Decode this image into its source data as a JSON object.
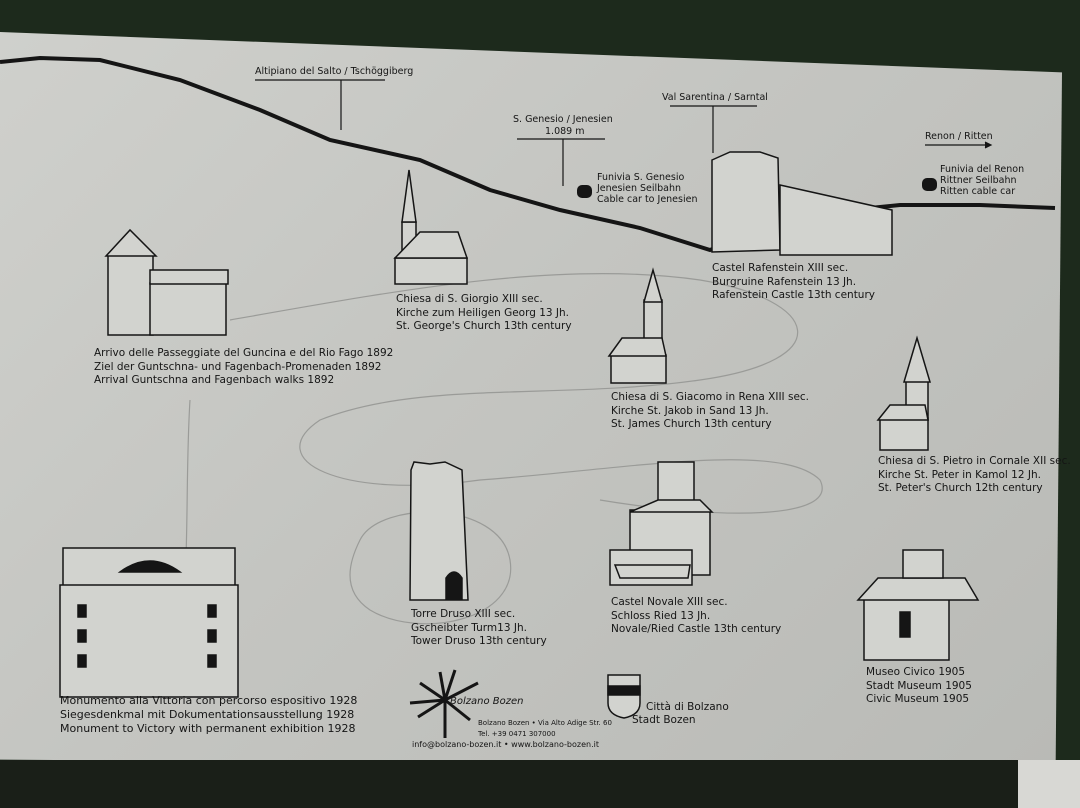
{
  "top_labels": {
    "altipiano": "Altipiano del Salto / Tschöggiberg",
    "genesio": "S. Genesio / Jenesien",
    "genesio_alt": "1.089 m",
    "sarentina": "Val Sarentina / Sarntal",
    "renon": "Renon / Ritten"
  },
  "cable_cars": [
    {
      "lines": [
        "Funivia S. Genesio",
        "Jenesien Seilbahn",
        "Cable car to Jenesien"
      ],
      "icon": "cable-car-icon"
    },
    {
      "lines": [
        "Funivia del Renon",
        "Rittner Seilbahn",
        "Ritten cable car"
      ],
      "icon": "cable-car-icon"
    }
  ],
  "sites": {
    "guncina": [
      "Arrivo delle Passeggiate del Guncina e del Rio Fago 1892",
      "Ziel der Guntschna- und Fagenbach-Promenaden 1892",
      "Arrival Guntschna and Fagenbach walks 1892"
    ],
    "giorgio": [
      "Chiesa di S. Giorgio XIII sec.",
      "Kirche zum Heiligen Georg 13 Jh.",
      "St. George's Church 13th century"
    ],
    "rafenstein": [
      "Castel Rafenstein XIII sec.",
      "Burgruine Rafenstein 13 Jh.",
      "Rafenstein Castle 13th century"
    ],
    "giacomo": [
      "Chiesa di S. Giacomo in Rena XIII sec.",
      "Kirche St. Jakob in Sand 13 Jh.",
      "St. James Church 13th century"
    ],
    "pietro": [
      "Chiesa di S. Pietro in Cornale XII sec.",
      "Kirche St. Peter in Kamol 12 Jh.",
      "St. Peter's Church 12th century"
    ],
    "druso": [
      "Torre Druso XIII sec.",
      "Gscheibter Turm13 Jh.",
      "Tower Druso 13th century"
    ],
    "novale": [
      "Castel Novale XIII sec.",
      "Schloss Ried 13 Jh.",
      "Novale/Ried Castle 13th century"
    ],
    "museo": [
      "Museo Civico 1905",
      "Stadt Museum 1905",
      "Civic Museum 1905"
    ],
    "vittoria": [
      "Monumento alla Vittoria con percorso espositivo 1928",
      "Siegesdenkmal mit Dokumentationsausstellung 1928",
      "Monument to Victory with permanent exhibition 1928"
    ]
  },
  "footer": {
    "brand": "Bolzano Bozen",
    "address": "Bolzano Bozen • Via Alto Adige Str. 60",
    "tel": "Tel. +39 0471 307000",
    "web": "info@bolzano-bozen.it • www.bolzano-bozen.it",
    "city_it": "Città di Bolzano",
    "city_de": "Stadt Bozen"
  },
  "colors": {
    "panel": "#c8c9c5",
    "ink": "#151515",
    "background": "#1d2a1c"
  }
}
